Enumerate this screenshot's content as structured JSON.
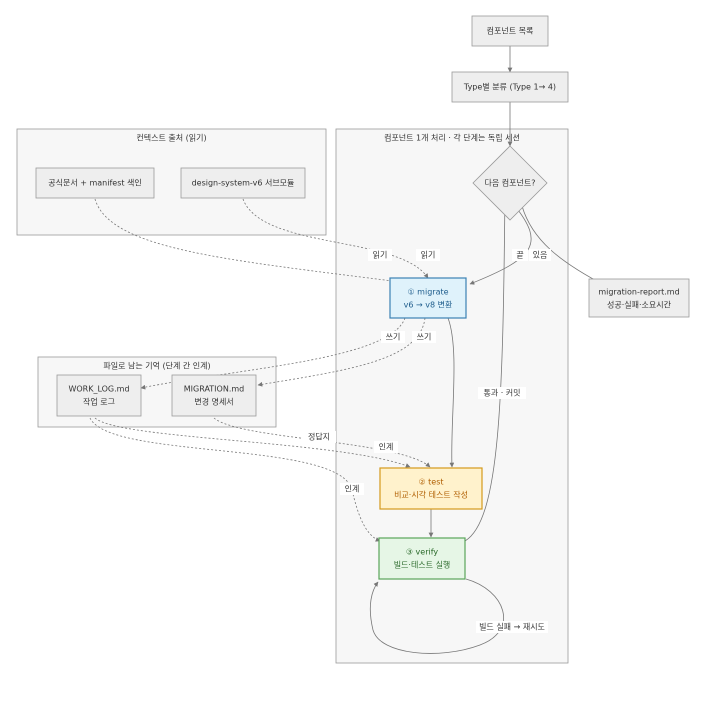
{
  "colors": {
    "neutral_fill": "#eeeeee",
    "neutral_stroke": "#999999",
    "cluster_fill": "#f7f7f7",
    "migrate_fill": "#dff2fb",
    "migrate_stroke": "#3b82b4",
    "migrate_text": "#1f5d8c",
    "test_fill": "#fff2cc",
    "test_stroke": "#d49a1c",
    "test_text": "#b05e00",
    "verify_fill": "#e6f6e6",
    "verify_stroke": "#5aa55a",
    "verify_text": "#2c6b2c",
    "edge": "#777777"
  },
  "clusters": {
    "context": {
      "title": "컨텍스트 출처 (읽기)"
    },
    "session": {
      "title": "컴포넌트 1개 처리 · 각 단계는 독립 세션"
    },
    "memory": {
      "title": "파일로 남는 기억 (단계 간 인계)"
    }
  },
  "nodes": {
    "component_list": {
      "line1": "컴포넌트 목록"
    },
    "type_classify": {
      "line1": "Type별 분류 (Type 1→ 4)"
    },
    "official_docs": {
      "line1": "공식문서 + manifest 색인"
    },
    "design_system": {
      "line1": "design-system-v6 서브모듈"
    },
    "next_component": {
      "line1": "다음 컴포넌트?"
    },
    "report": {
      "line1": "migration-report.md",
      "line2": "성공·실패·소요시간"
    },
    "migrate": {
      "line1": "① migrate",
      "line2": "v6 → v8 변환"
    },
    "work_log": {
      "line1": "WORK_LOG.md",
      "line2": "작업 로그"
    },
    "migration_md": {
      "line1": "MIGRATION.md",
      "line2": "변경 명세서"
    },
    "test": {
      "line1": "② test",
      "line2": "비교·시각 테스트 작성"
    },
    "verify": {
      "line1": "③ verify",
      "line2": "빌드·테스트 실행"
    }
  },
  "edges": {
    "read1": "읽기",
    "read2": "읽기",
    "end": "끝",
    "remaining": "있음",
    "write1": "쓰기",
    "write2": "쓰기",
    "answer_key": "정답지",
    "handoff1": "인계",
    "handoff2": "인계",
    "pass_commit": "통과 · 커밋",
    "retry": "빌드 실패 → 재시도"
  }
}
